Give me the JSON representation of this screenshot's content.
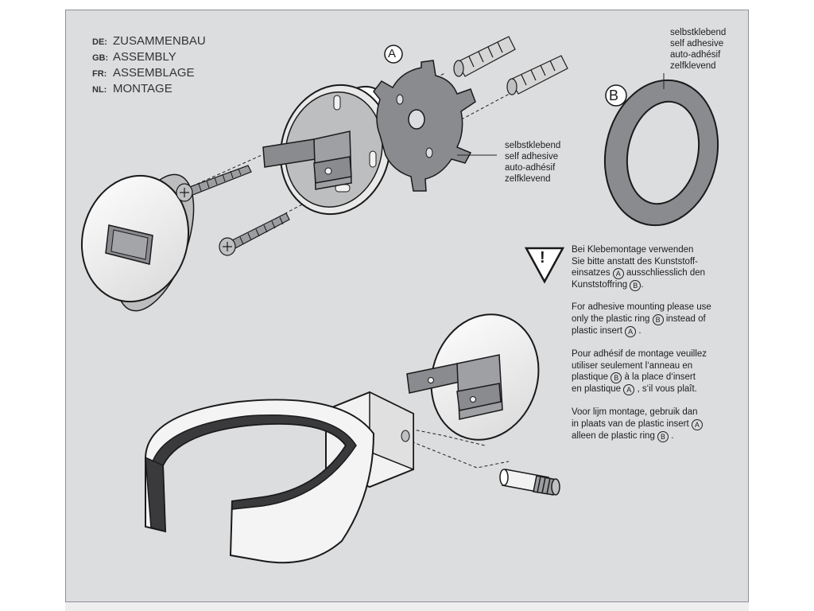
{
  "header": {
    "languages": [
      {
        "code": "DE:",
        "title": "ZUSAMMENBAU"
      },
      {
        "code": "GB:",
        "title": "ASSEMBLY"
      },
      {
        "code": "FR:",
        "title": "ASSEMBLAGE"
      },
      {
        "code": "NL:",
        "title": "MONTAGE"
      }
    ]
  },
  "callouts": {
    "A": "A",
    "B": "B",
    "adhesive_a": [
      "selbstklebend",
      "self adhesive",
      "auto-adhésif",
      "zelfklevend"
    ],
    "adhesive_b": [
      "selbstklebend",
      "self adhesive",
      "auto-adhésif",
      "zelfklevend"
    ]
  },
  "warning": {
    "symbol": "!",
    "de": {
      "p1": "Bei Klebemontage verwenden",
      "p2": "Sie bitte anstatt des Kunststoff-",
      "p3a": "einsatzes",
      "p3b": "ausschliesslich den",
      "p4a": "Kunststoffring",
      "p4b": "."
    },
    "gb": {
      "p1": "For adhesive mounting please use",
      "p2a": "only the plastic ring",
      "p2b": "instead of",
      "p3a": "plastic insert",
      "p3b": "."
    },
    "fr": {
      "p1": "Pour adhésif de montage veuillez",
      "p2": "utiliser seulement l‘anneau en",
      "p3a": "plastique",
      "p3b": "à la place d‘insert",
      "p4a": "en plastique",
      "p4b": ", s‘il vous plaît."
    },
    "nl": {
      "p1": "Voor lijm montage, gebruik dan",
      "p2a": "in plaats van de plastic insert",
      "p3a": "alleen de plastic ring",
      "p3b": "."
    }
  },
  "colors": {
    "background": "#dcdddf",
    "part_gray": "#8a8b8e",
    "part_white": "#f7f7f7",
    "outline": "#1a1a1a",
    "dark_liner": "#3a3a3c"
  }
}
